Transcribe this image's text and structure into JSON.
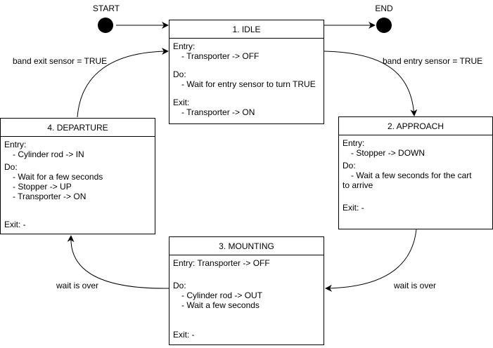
{
  "start_label": "START",
  "end_label": "END",
  "states": {
    "idle": {
      "title": "1. IDLE",
      "entry_heading": "Entry:",
      "entry_items": [
        "- Transporter -> OFF"
      ],
      "do_heading": "Do:",
      "do_items": [
        "- Wait for entry sensor to turn TRUE"
      ],
      "exit_heading": "Exit:",
      "exit_items": [
        "- Transporter -> ON"
      ]
    },
    "approach": {
      "title": "2. APPROACH",
      "entry_heading": "Entry:",
      "entry_items": [
        "- Stopper -> DOWN"
      ],
      "do_heading": "Do:",
      "do_line1": "- Wait a few seconds for the cart",
      "do_line2": "to arrive",
      "exit_line": "Exit: -"
    },
    "mounting": {
      "title": "3. MOUNTING",
      "entry_line": "Entry: Transporter -> OFF",
      "do_heading": "Do:",
      "do_items": [
        "- Cylinder rod -> OUT",
        "- Wait a few seconds"
      ],
      "exit_line": "Exit: -"
    },
    "departure": {
      "title": "4. DEPARTURE",
      "entry_heading": "Entry:",
      "entry_items": [
        "- Cylinder rod -> IN"
      ],
      "do_heading": "Do:",
      "do_items": [
        "- Wait for a few seconds",
        "- Stopper -> UP",
        "- Transporter -> ON"
      ],
      "exit_line": "Exit: -"
    }
  },
  "transitions": {
    "idle_to_approach": "band entry sensor = TRUE",
    "approach_to_mounting": "wait is over",
    "mounting_to_departure": "wait is over",
    "departure_to_idle": "band exit sensor = TRUE"
  }
}
